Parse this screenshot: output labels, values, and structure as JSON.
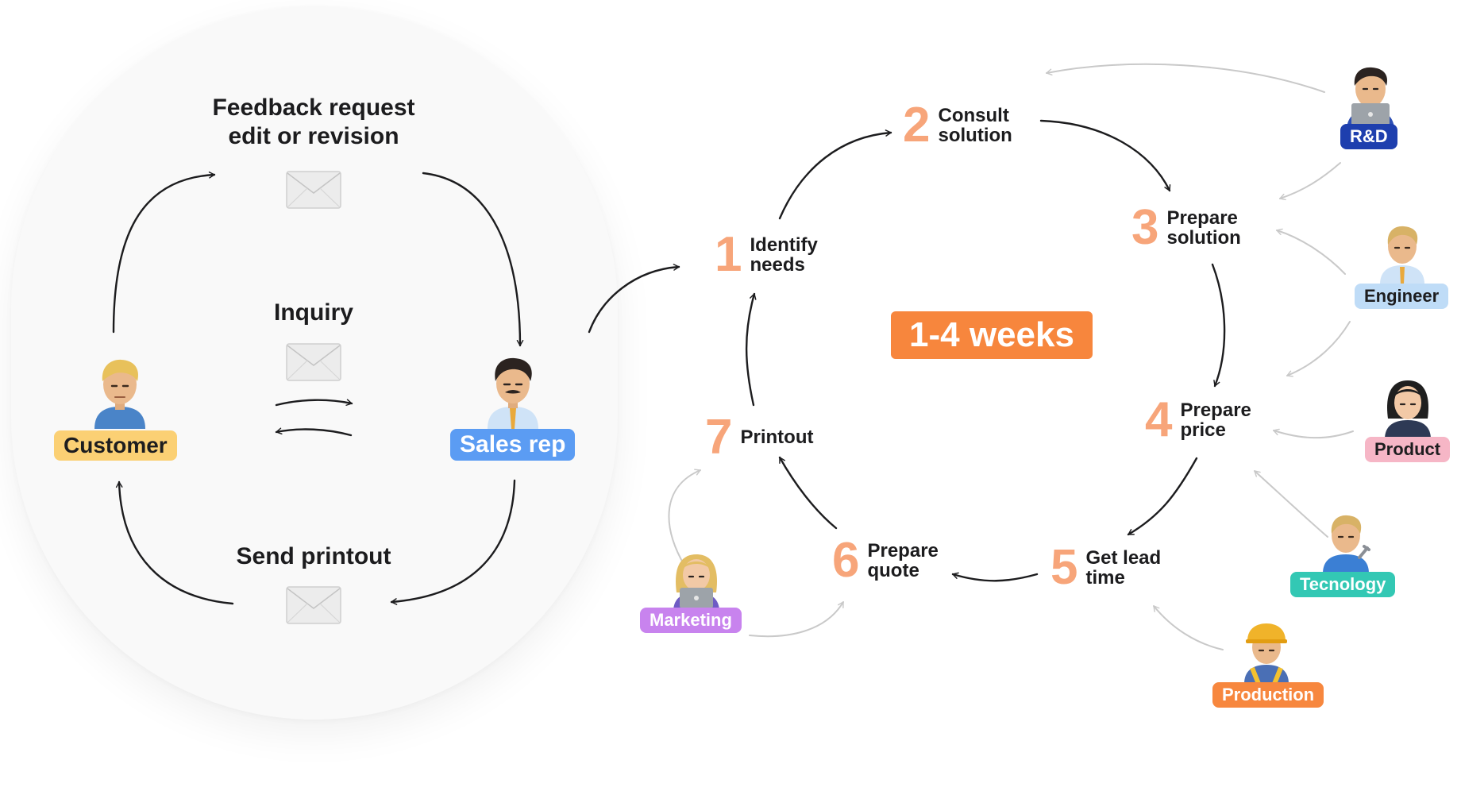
{
  "left_cycle": {
    "feedback_line1": "Feedback request",
    "feedback_line2": "edit or revision",
    "inquiry": "Inquiry",
    "send_printout": "Send printout",
    "customer": "Customer",
    "sales_rep": "Sales rep"
  },
  "right_cycle": {
    "duration": "1-4 weeks",
    "steps": [
      {
        "number": "1",
        "label": "Identify\nneeds"
      },
      {
        "number": "2",
        "label": "Consult\nsolution"
      },
      {
        "number": "3",
        "label": "Prepare\nsolution"
      },
      {
        "number": "4",
        "label": "Prepare\nprice"
      },
      {
        "number": "5",
        "label": "Get lead\ntime"
      },
      {
        "number": "6",
        "label": "Prepare\nquote"
      },
      {
        "number": "7",
        "label": "Printout"
      }
    ],
    "roles": {
      "rd": "R&D",
      "engineer": "Engineer",
      "product": "Product",
      "tecnology": "Tecnology",
      "production": "Production",
      "marketing": "Marketing"
    }
  },
  "colors": {
    "step_number": "#f7a57a",
    "duration_badge": "#f7863d",
    "customer_tag": "#fbd074",
    "sales_tag": "#5b9cf3",
    "rd_tag": "#1e3fae",
    "engineer_tag": "#bfdcf7",
    "product_tag": "#f6b6c6",
    "tecnology_tag": "#33c8b4",
    "production_tag": "#f7873e",
    "marketing_tag": "#c883ee"
  },
  "icons": [
    "envelope-icon",
    "customer-avatar",
    "sales-rep-avatar",
    "rd-avatar",
    "engineer-avatar",
    "product-avatar",
    "tecnology-avatar",
    "production-avatar",
    "marketing-avatar"
  ]
}
